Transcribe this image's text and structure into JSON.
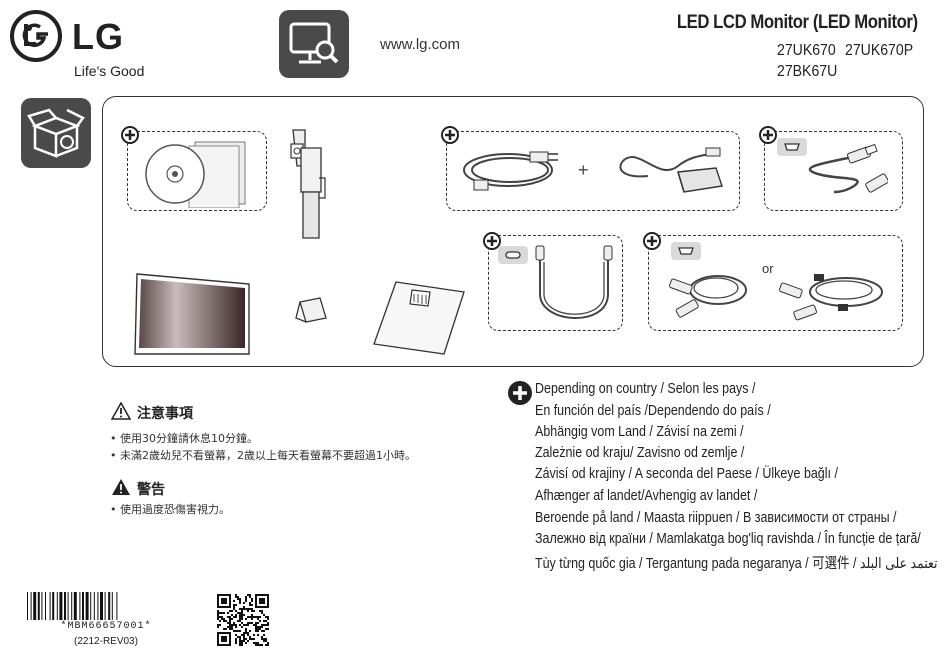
{
  "header": {
    "brand": "LG",
    "tagline": "Life's Good",
    "website": "www.lg.com",
    "product_title": "LED LCD Monitor (LED Monitor)",
    "models": [
      "27UK670",
      "27UK670P",
      "27BK67U"
    ]
  },
  "contents": {
    "separator_plus": "+",
    "or_label": "or"
  },
  "warnings": {
    "caution_title": "注意事項",
    "caution_items": [
      "使用30分鐘請休息10分鐘。",
      "未滿2歲幼兒不看螢幕，2歲以上每天看螢幕不要超過1小時。"
    ],
    "warning_title": "警告",
    "warning_items": [
      "使用過度恐傷害視力。"
    ]
  },
  "country_note": {
    "lines": [
      "Depending on country /  Selon les pays /",
      "En función del país /Dependendo do país /",
      "Abhängig vom Land / Závisí na zemi /",
      "Zależnie od kraju/ Zavisno od zemlje /",
      "Závisí od krajiny /  A seconda del Paese / Ülkeye bağlı /",
      " Afhænger af landet/Avhengig av landet /",
      " Beroende på land / Maasta riippuen / В зависимости от страны /",
      "Залежно від країни / Mamlakatga bog'liq ravishda / În funcție de țară/",
      "Tùy từng quốc gia / Tergantung pada negaranya /  可選件 /  تعتمد على البلد"
    ]
  },
  "footer": {
    "barcode_text": "*MBM66657001*",
    "revision": "(2212-REV03)"
  },
  "colors": {
    "icon_bg": "#4a4a4a",
    "badge_bg": "#d9d9d9",
    "stroke": "#333333"
  }
}
